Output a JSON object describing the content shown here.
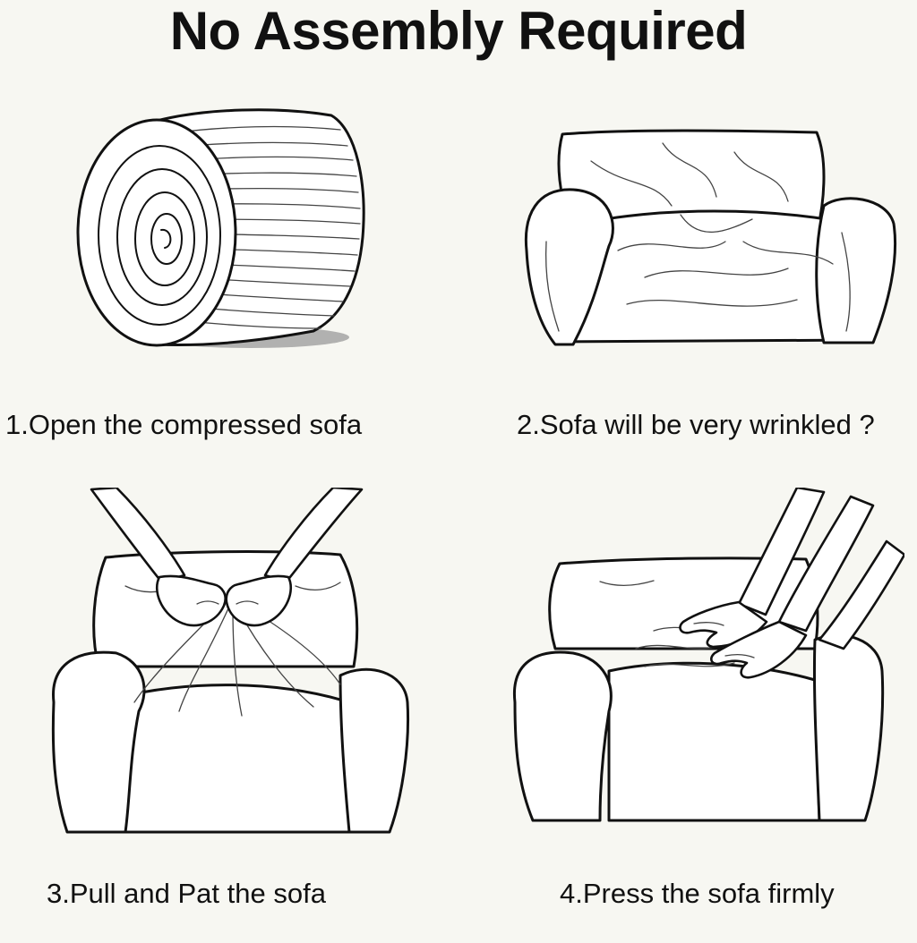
{
  "title": "No Assembly Required",
  "steps": [
    {
      "label": "1.Open the compressed sofa",
      "illustration": "rolled-sofa"
    },
    {
      "label": "2.Sofa will be very wrinkled ?",
      "illustration": "wrinkled-sofa"
    },
    {
      "label": "3.Pull and Pat the sofa",
      "illustration": "hands-pulling-sofa"
    },
    {
      "label": "4.Press the sofa firmly",
      "illustration": "hands-pressing-sofa"
    }
  ]
}
